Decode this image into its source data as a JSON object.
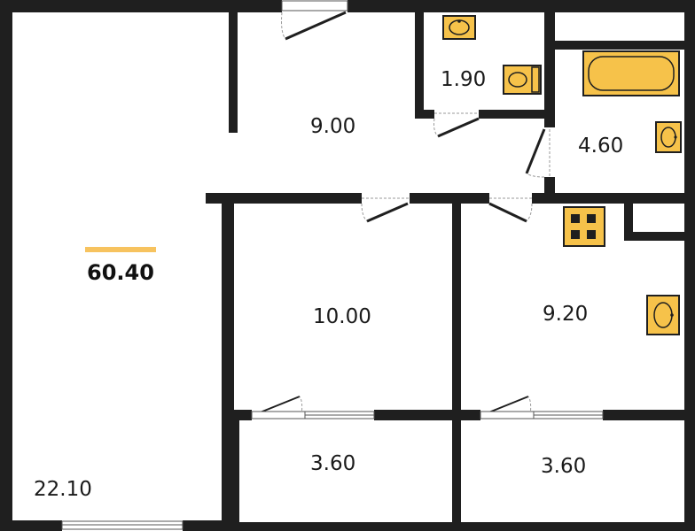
{
  "total_area": "60.40",
  "rooms": {
    "living_room": "22.10",
    "hall": "9.00",
    "toilet": "1.90",
    "bathroom": "4.60",
    "bedroom": "10.00",
    "kitchen": "9.20",
    "balcony_left": "3.60",
    "balcony_right": "3.60"
  },
  "colors": {
    "wall": "#1f1f1f",
    "fixture_fill": "#f6c24a",
    "accent_bar": "#f7c35f",
    "background": "#ffffff"
  },
  "icons": [
    "sink-icon",
    "toilet-icon",
    "bathtub-icon",
    "stove-icon",
    "door-swing-icon",
    "window-icon"
  ]
}
